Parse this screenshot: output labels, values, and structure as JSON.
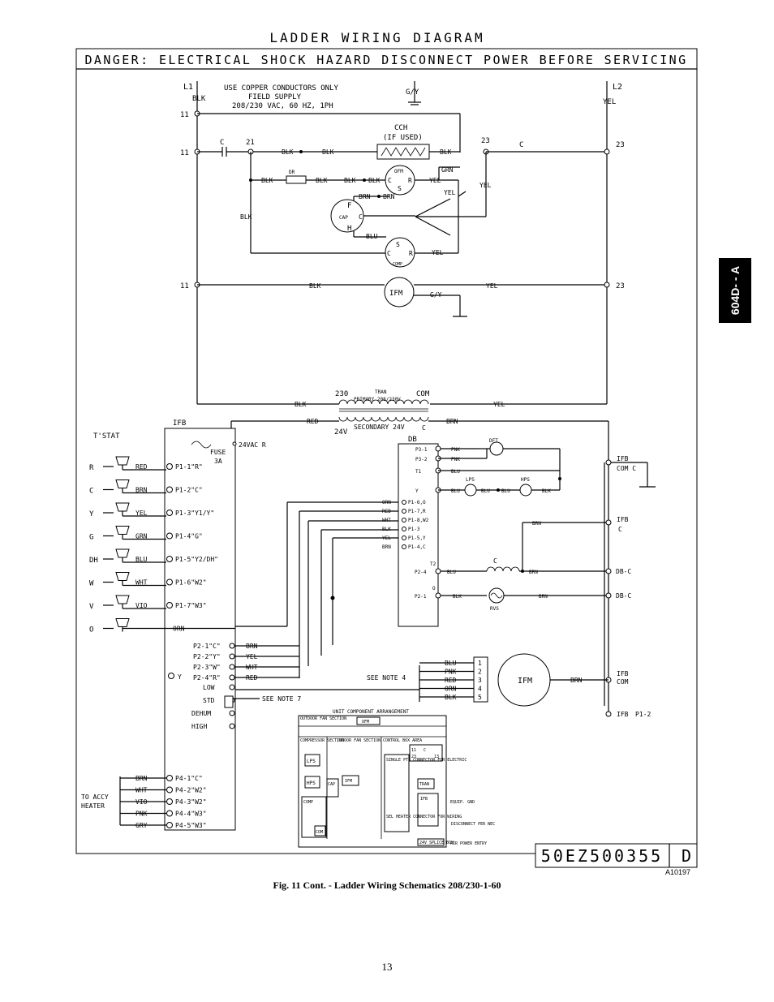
{
  "title": "LADDER WIRING DIAGRAM",
  "danger": "DANGER: ELECTRICAL SHOCK HAZARD DISCONNECT POWER BEFORE SERVICING",
  "side_tab": "604D- - A",
  "drawing_number": "50EZ500355",
  "revision": "D",
  "figure_code": "A10197",
  "caption": "Fig. 11 Cont. - Ladder Wiring Schematics 208/230-1-60",
  "page_number": "13",
  "power": {
    "l1": "L1",
    "l1_blk": "BLK",
    "l2": "L2",
    "l2_yel": "YEL",
    "copper": "USE COPPER CONDUCTORS ONLY",
    "field_supply": "FIELD SUPPLY",
    "rating": "208/230 VAC, 60 HZ, 1PH",
    "gy": "G/Y",
    "n11": "11",
    "n21": "21",
    "n23": "23",
    "c": "C",
    "cch": "CCH",
    "if_used": "(IF USED)",
    "blk": "BLK",
    "grn": "GRN",
    "yel": "YEL",
    "brn": "BRN",
    "blu": "BLU",
    "ofm": "OFM",
    "ifm": "IFM",
    "cap": "CAP",
    "comp": "COMP",
    "f": "F",
    "h": "H",
    "s": "S",
    "r": "R",
    "dr": "DR"
  },
  "transformer": {
    "v230": "230",
    "tran": "TRAN",
    "primary": "PRIMARY 208/230V",
    "com": "COM",
    "red": "RED",
    "v24": "24V",
    "secondary": "SECONDARY 24V",
    "c": "C",
    "brn": "BRN",
    "blk": "BLK",
    "yel": "YEL"
  },
  "ifb": {
    "label": "IFB",
    "fuse": "FUSE",
    "fuse_rating": "3A",
    "vac": "24VAC R",
    "pins": [
      "P1-1\"R\"",
      "P1-2\"C\"",
      "P1-3\"Y1/Y\"",
      "P1-4\"G\"",
      "P1-5\"Y2/DH\"",
      "P1-6\"W2\"",
      "P1-7\"W3\""
    ],
    "p2": [
      "P2-1\"C\"",
      "P2-2\"Y\"",
      "P2-3\"W\"",
      "P2-4\"R\""
    ],
    "p2_wires": [
      "BRN",
      "YEL",
      "WHT",
      "RED"
    ],
    "speeds": [
      "LOW",
      "STD",
      "DEHUM",
      "HIGH"
    ],
    "y": "Y",
    "see_note_7": "SEE NOTE 7",
    "see_note_4": "SEE NOTE 4",
    "p4": [
      "P4-1\"C\"",
      "P4-2\"W2\"",
      "P4-3\"W2\"",
      "P4-4\"W3\"",
      "P4-5\"W3\""
    ],
    "p4_wires": [
      "BRN",
      "WHT",
      "VIO",
      "PNK",
      "GRY"
    ],
    "to_accy": "TO ACCY",
    "heater": "HEATER"
  },
  "tstat": {
    "label": "T'STAT",
    "terminals": [
      "R",
      "C",
      "Y",
      "G",
      "DH",
      "W",
      "V",
      "O"
    ],
    "wires": [
      "RED",
      "BRN",
      "YEL",
      "GRN",
      "BLU",
      "WHT",
      "VIO",
      "ORN"
    ]
  },
  "db": {
    "label": "DB",
    "pins_top": [
      "P3-1",
      "P3-2",
      "T1",
      "Y"
    ],
    "pins_top_wires": [
      "PNK",
      "PNK",
      "BLU",
      "BLU"
    ],
    "dft": "DFT",
    "lps": "LPS",
    "hps": "HPS",
    "p1_wires": [
      "ORN",
      "RED",
      "WHT",
      "BLK",
      "YEL",
      "BRN"
    ],
    "p1_pins": [
      "P1-6,O",
      "P1-7,R",
      "P1-8,W2",
      "P1-3",
      "P1-5,Y",
      "P1-4,C"
    ],
    "t2": "T2",
    "p2_4": "P2-4",
    "o": "O",
    "p2_1": "P2-1",
    "rvs": "RVS",
    "c": "C",
    "blu": "BLU",
    "blk": "BLK",
    "brn": "BRN",
    "pnk": "PNK"
  },
  "right": {
    "ifb_com_c": "COM C",
    "ifb_c": "C",
    "db_c": "DB-C",
    "ifb_com": "COM",
    "ifb_p12": "P1-2",
    "ifb": "IFB"
  },
  "ifm_motor": {
    "label": "IFM",
    "wires": [
      "BLU",
      "PNK",
      "RED",
      "ORN",
      "BLK"
    ],
    "pins": [
      "1",
      "2",
      "3",
      "4",
      "5"
    ],
    "brn": "BRN"
  },
  "arrangement": {
    "title": "UNIT COMPONENT ARRANGEMENT",
    "outdoor_fan": "OUTDOOR FAN SECTION",
    "ofm": "OFM",
    "compressor": "COMPRESSOR SECTION",
    "indoor_fan": "INDOOR FAN SECTION",
    "control_box": "CONTROL BOX AREA",
    "lps": "LPS",
    "hps": "HPS",
    "comp": "COMP",
    "cap": "CAP",
    "ifm": "IFM",
    "com": "COM",
    "single_pt": "SINGLE PT. CONNECTOR FOR ELECTRIC",
    "tran": "TRAN",
    "ifb": "IFB",
    "sel_heater": "SEL HEATER CONNECTOR FOR WIRING",
    "equip_gnd": "EQUIP. GND",
    "disconnect": "DISCONNECT PER NEC",
    "splice": "24V SPLICE BOX",
    "power_entry": "AIR POWER ENTRY",
    "terms": [
      "11",
      "C",
      "23",
      "13"
    ]
  }
}
